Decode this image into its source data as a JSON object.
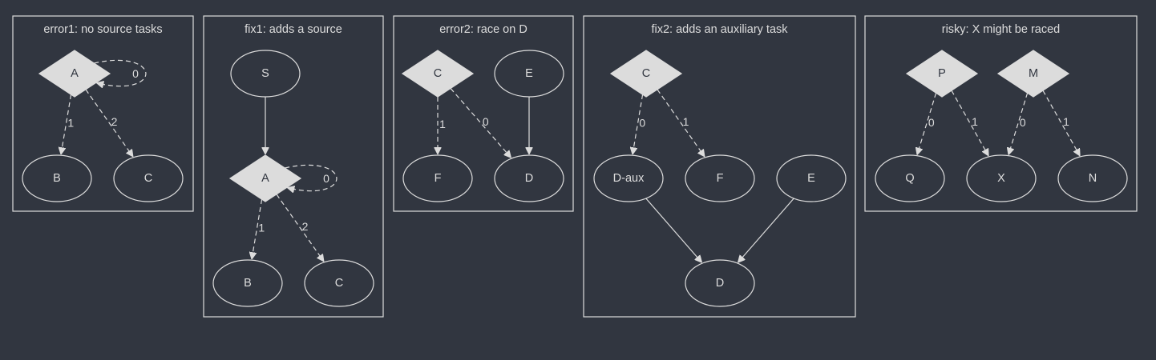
{
  "colors": {
    "background": "#313640",
    "foreground": "#dcdcdc"
  },
  "clusters": [
    {
      "id": "error1",
      "label": "error1: no source tasks",
      "nodes": [
        {
          "id": "A",
          "label": "A",
          "shape": "diamond"
        },
        {
          "id": "B",
          "label": "B",
          "shape": "ellipse"
        },
        {
          "id": "C",
          "label": "C",
          "shape": "ellipse"
        }
      ],
      "edges": [
        {
          "from": "A",
          "to": "A",
          "label": "0",
          "style": "dashed"
        },
        {
          "from": "A",
          "to": "B",
          "label": "1",
          "style": "dashed"
        },
        {
          "from": "A",
          "to": "C",
          "label": "2",
          "style": "dashed"
        }
      ]
    },
    {
      "id": "fix1",
      "label": "fix1: adds a source",
      "nodes": [
        {
          "id": "S",
          "label": "S",
          "shape": "ellipse"
        },
        {
          "id": "A",
          "label": "A",
          "shape": "diamond"
        },
        {
          "id": "B",
          "label": "B",
          "shape": "ellipse"
        },
        {
          "id": "C",
          "label": "C",
          "shape": "ellipse"
        }
      ],
      "edges": [
        {
          "from": "S",
          "to": "A",
          "label": "",
          "style": "solid"
        },
        {
          "from": "A",
          "to": "A",
          "label": "0",
          "style": "dashed"
        },
        {
          "from": "A",
          "to": "B",
          "label": "1",
          "style": "dashed"
        },
        {
          "from": "A",
          "to": "C",
          "label": "2",
          "style": "dashed"
        }
      ]
    },
    {
      "id": "error2",
      "label": "error2: race on D",
      "nodes": [
        {
          "id": "C",
          "label": "C",
          "shape": "diamond"
        },
        {
          "id": "E",
          "label": "E",
          "shape": "ellipse"
        },
        {
          "id": "F",
          "label": "F",
          "shape": "ellipse"
        },
        {
          "id": "D",
          "label": "D",
          "shape": "ellipse"
        }
      ],
      "edges": [
        {
          "from": "C",
          "to": "F",
          "label": "1",
          "style": "dashed"
        },
        {
          "from": "C",
          "to": "D",
          "label": "0",
          "style": "dashed"
        },
        {
          "from": "E",
          "to": "D",
          "label": "",
          "style": "solid"
        }
      ]
    },
    {
      "id": "fix2",
      "label": "fix2: adds an auxiliary task",
      "nodes": [
        {
          "id": "C",
          "label": "C",
          "shape": "diamond"
        },
        {
          "id": "Daux",
          "label": "D-aux",
          "shape": "ellipse"
        },
        {
          "id": "F",
          "label": "F",
          "shape": "ellipse"
        },
        {
          "id": "E",
          "label": "E",
          "shape": "ellipse"
        },
        {
          "id": "D",
          "label": "D",
          "shape": "ellipse"
        }
      ],
      "edges": [
        {
          "from": "C",
          "to": "Daux",
          "label": "0",
          "style": "dashed"
        },
        {
          "from": "C",
          "to": "F",
          "label": "1",
          "style": "dashed"
        },
        {
          "from": "Daux",
          "to": "D",
          "label": "",
          "style": "solid"
        },
        {
          "from": "E",
          "to": "D",
          "label": "",
          "style": "solid"
        }
      ]
    },
    {
      "id": "risky",
      "label": "risky: X might be raced",
      "nodes": [
        {
          "id": "P",
          "label": "P",
          "shape": "diamond"
        },
        {
          "id": "M",
          "label": "M",
          "shape": "diamond"
        },
        {
          "id": "Q",
          "label": "Q",
          "shape": "ellipse"
        },
        {
          "id": "X",
          "label": "X",
          "shape": "ellipse"
        },
        {
          "id": "N",
          "label": "N",
          "shape": "ellipse"
        }
      ],
      "edges": [
        {
          "from": "P",
          "to": "Q",
          "label": "0",
          "style": "dashed"
        },
        {
          "from": "P",
          "to": "X",
          "label": "1",
          "style": "dashed"
        },
        {
          "from": "M",
          "to": "X",
          "label": "0",
          "style": "dashed"
        },
        {
          "from": "M",
          "to": "N",
          "label": "1",
          "style": "dashed"
        }
      ]
    }
  ]
}
